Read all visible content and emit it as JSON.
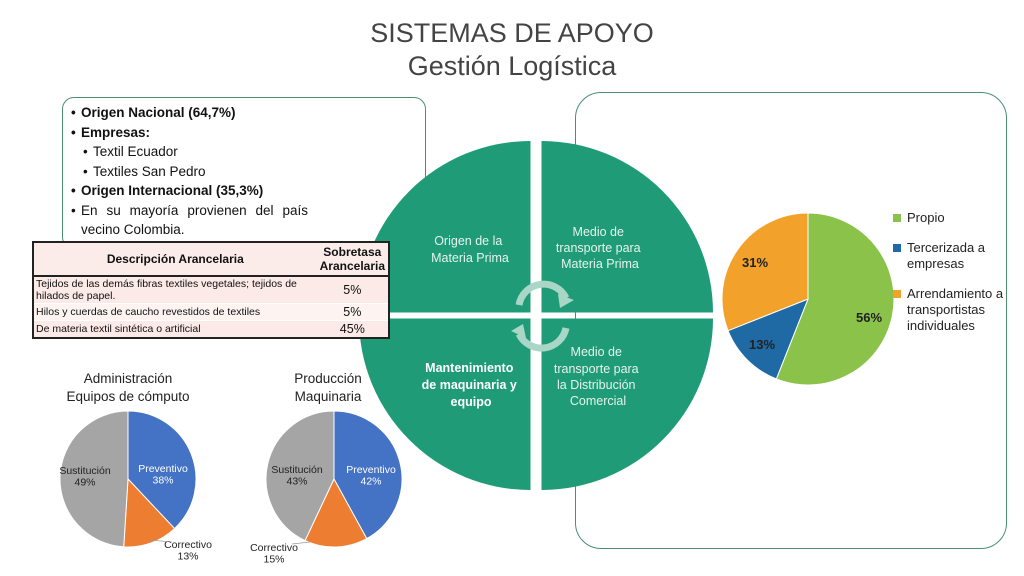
{
  "header": {
    "title_line1": "SISTEMAS DE APOYO",
    "title_line2": "Gestión Logística"
  },
  "origin_list": {
    "item1": "Origen Nacional (64,7%)",
    "item2": "Empresas:",
    "item3": "Textil Ecuador",
    "item4": "Textiles San Pedro",
    "item5": "Origen Internacional (35,3%)",
    "item6": "En su mayoría provienen del país vecino Colombia."
  },
  "tariff_table": {
    "col1": "Descripción Arancelaria",
    "col2": "Sobretasa Arancelaria",
    "rows": [
      {
        "desc": "Tejidos de las demás fibras textiles vegetales; tejidos de hilados de papel.",
        "rate": "5%"
      },
      {
        "desc": "Hilos y cuerdas de caucho revestidos de textiles",
        "rate": "5%"
      },
      {
        "desc": "De materia textil sintética o artificial",
        "rate": "45%"
      }
    ]
  },
  "cycle": {
    "q1": [
      "Origen de la",
      "Materia Prima"
    ],
    "q2": [
      "Medio de",
      "transporte para",
      "Materia Prima"
    ],
    "q3": [
      "Mantenimiento",
      "de maquinaria y",
      "equipo"
    ],
    "q4": [
      "Medio de",
      "transporte para",
      "la Distribución",
      "Comercial"
    ],
    "color": "#1f9b78"
  },
  "chart_data": [
    {
      "type": "pie",
      "title": "",
      "slices": [
        {
          "label": "Propio",
          "value": 56,
          "display": "56%",
          "color": "#8bc34a"
        },
        {
          "label": "Tercerizada a empresas",
          "value": 13,
          "display": "13%",
          "color": "#1f6aa5"
        },
        {
          "label": "Arrendamiento a transportistas individuales",
          "value": 31,
          "display": "31%",
          "color": "#f2a12a"
        }
      ],
      "legend": "right"
    },
    {
      "type": "pie",
      "title": "Administración Equipos de cómputo",
      "title_line1": "Administración",
      "title_line2": "Equipos de cómputo",
      "slices": [
        {
          "label": "Preventivo",
          "value": 38,
          "display": "38%",
          "color": "#4472c4"
        },
        {
          "label": "Correctivo",
          "value": 13,
          "display": "13%",
          "color": "#ed7d31"
        },
        {
          "label": "Sustitución",
          "value": 49,
          "display": "49%",
          "color": "#a5a5a5"
        }
      ]
    },
    {
      "type": "pie",
      "title": "Producción Maquinaria",
      "title_line1": "Producción",
      "title_line2": "Maquinaria",
      "slices": [
        {
          "label": "Preventivo",
          "value": 42,
          "display": "42%",
          "color": "#4472c4"
        },
        {
          "label": "Correctivo",
          "value": 15,
          "display": "15%",
          "color": "#ed7d31"
        },
        {
          "label": "Sustitución",
          "value": 43,
          "display": "43%",
          "color": "#a5a5a5"
        }
      ]
    }
  ]
}
